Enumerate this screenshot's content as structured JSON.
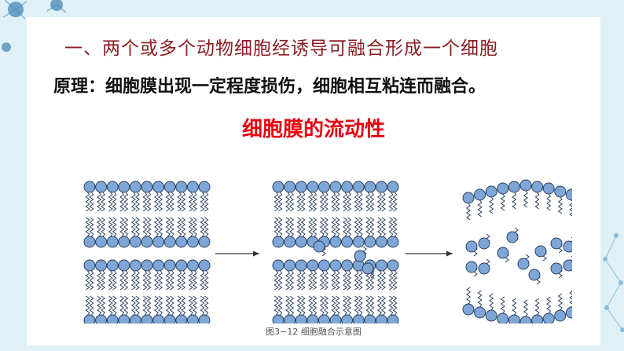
{
  "slide": {
    "heading": "一、两个或多个动物细胞经诱导可融合形成一个细胞",
    "principle": "原理：细胞膜出现一定程度损伤，细胞相互粘连而融合。",
    "highlight": "细胞膜的流动性",
    "figure_caption": "图3−12    细胞融合示意图"
  },
  "colors": {
    "heading": "#8b1e24",
    "highlight": "#e60012",
    "lipid_head": "#7ea6d6",
    "lipid_outline": "#2a3f5f",
    "background": "#dff0f6"
  },
  "icons": [
    "virus-icon",
    "network-icon",
    "arrow-right-icon"
  ]
}
